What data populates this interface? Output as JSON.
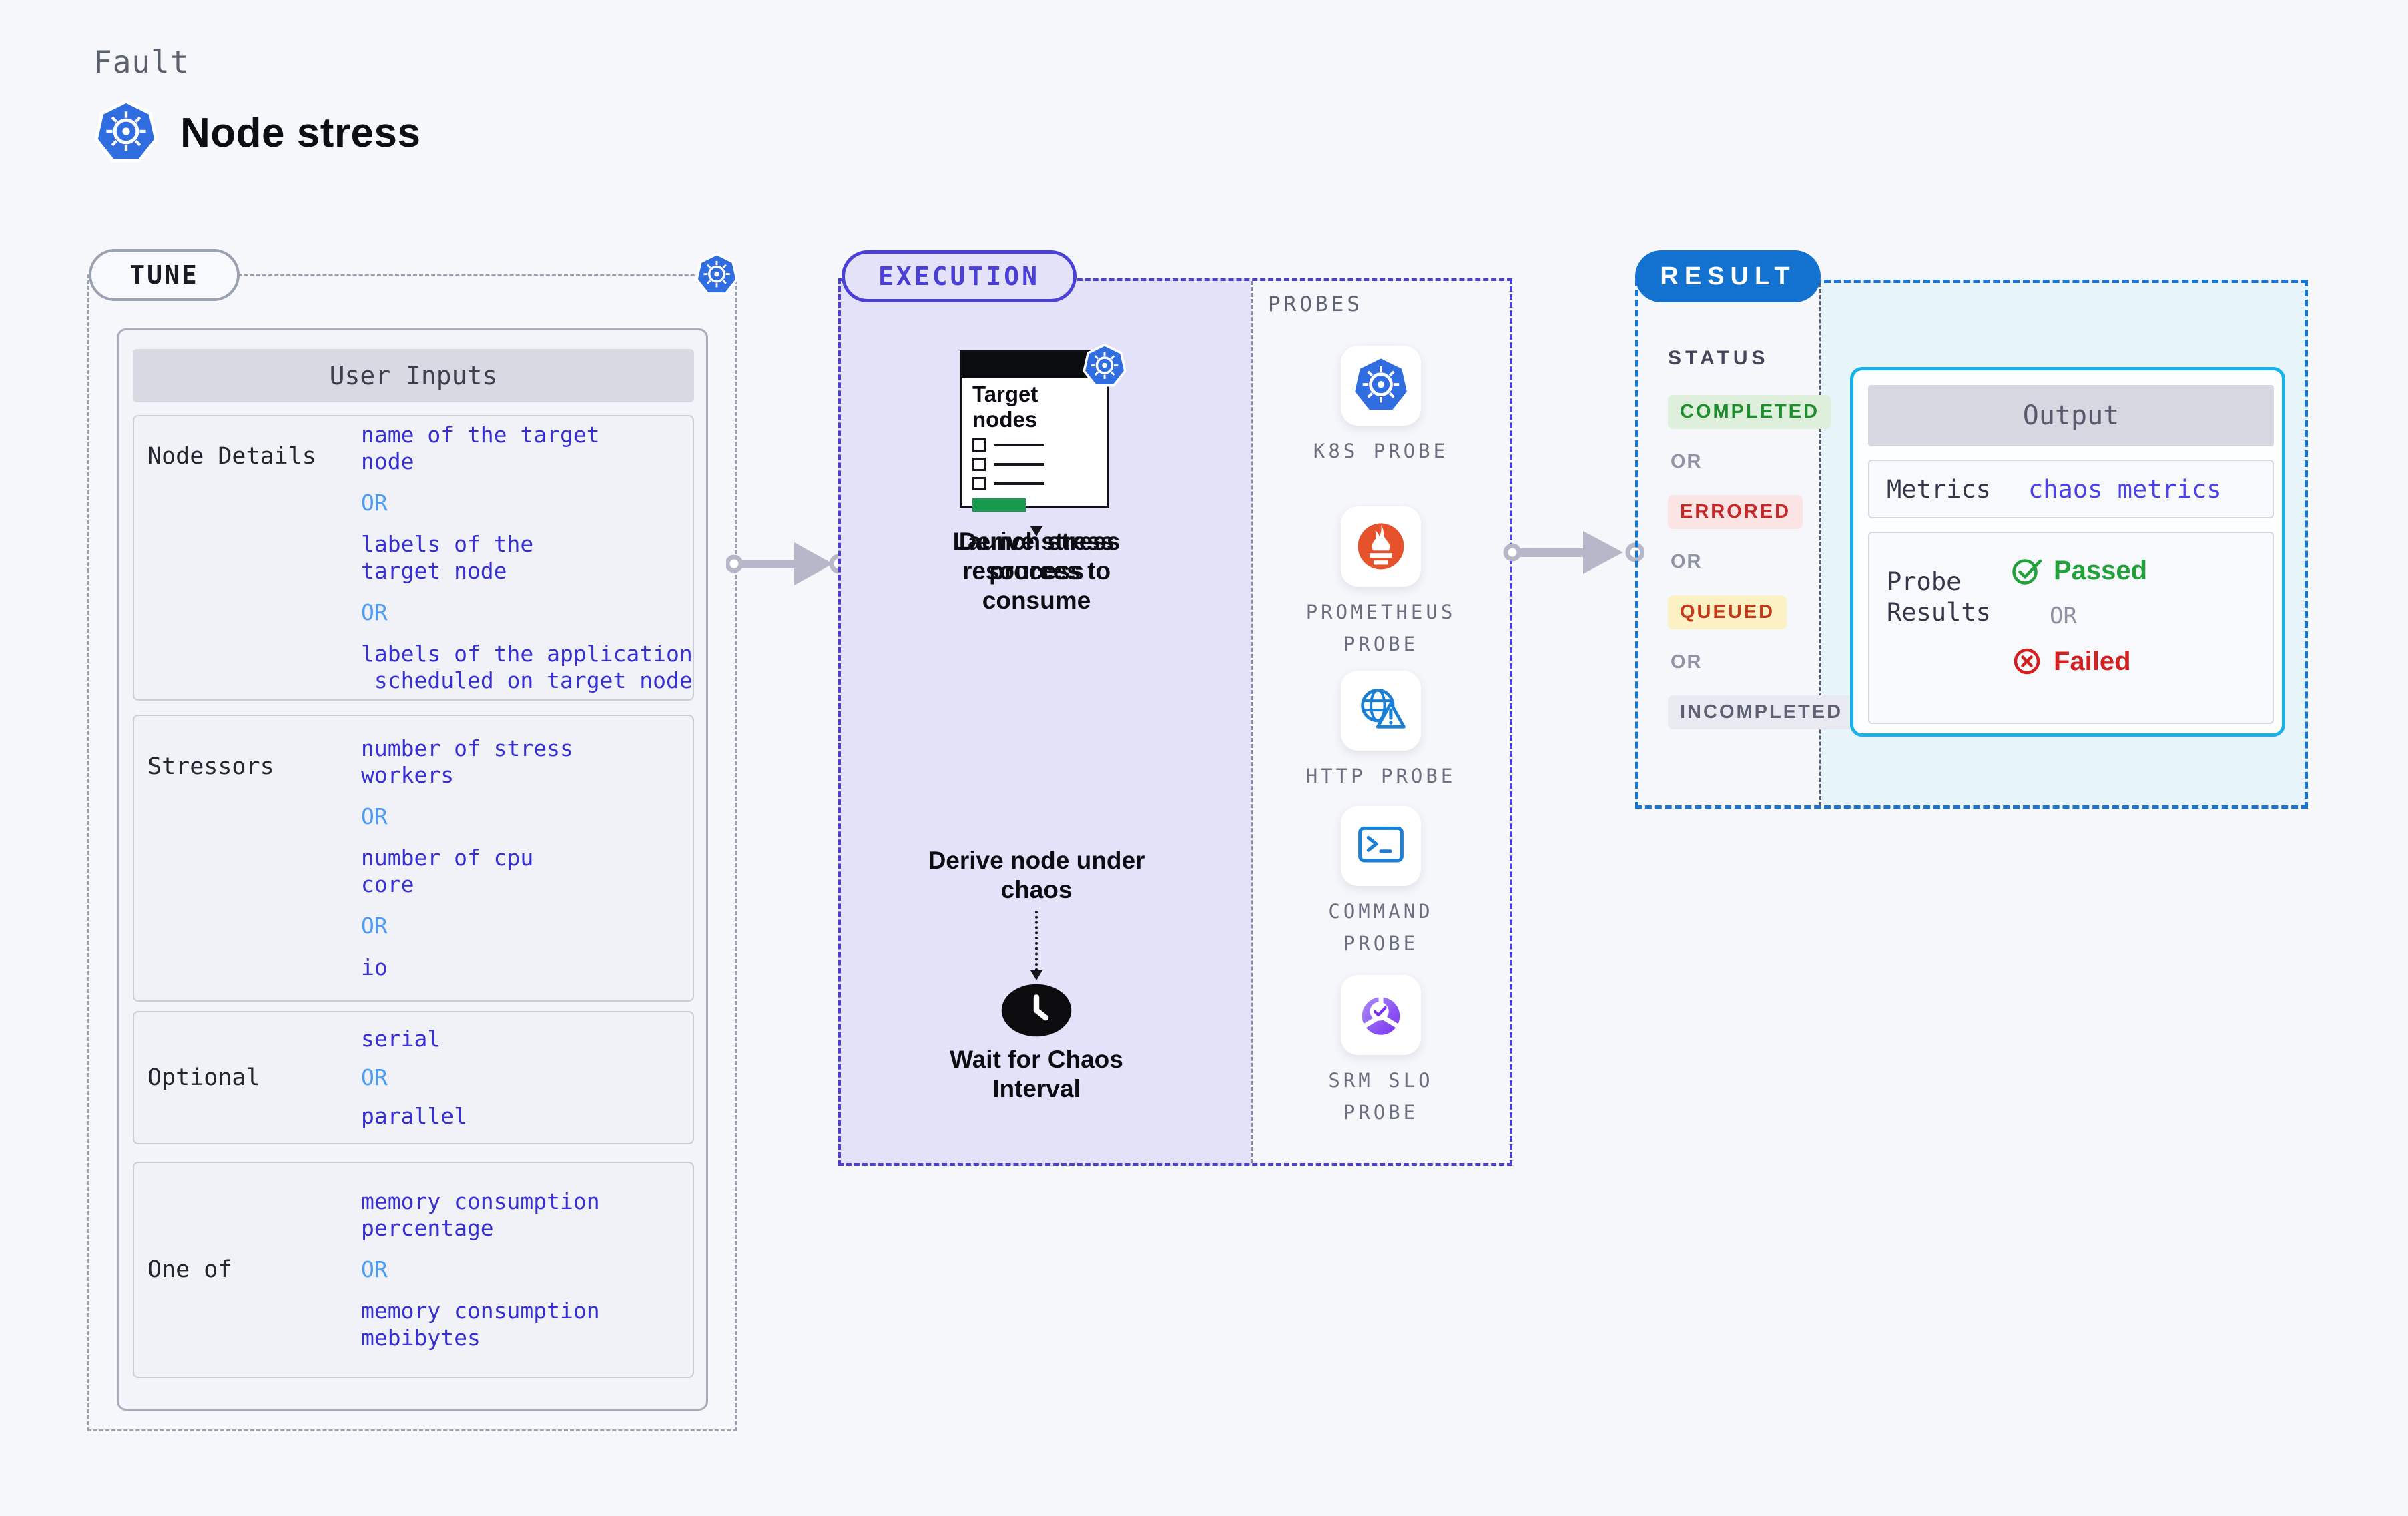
{
  "page": {
    "kicker": "Fault",
    "title": "Node stress"
  },
  "tune": {
    "label": "TUNE",
    "table_title": "User Inputs",
    "rows": [
      {
        "label": "Node Details",
        "items": [
          {
            "k": "v",
            "t": "name of the target\nnode"
          },
          {
            "k": "or",
            "t": "OR"
          },
          {
            "k": "v",
            "t": "labels of the\ntarget node"
          },
          {
            "k": "or",
            "t": "OR"
          },
          {
            "k": "v",
            "t": "labels of the application\n scheduled on target node"
          }
        ]
      },
      {
        "label": "Stressors",
        "items": [
          {
            "k": "v",
            "t": "number of stress\nworkers"
          },
          {
            "k": "or",
            "t": "OR"
          },
          {
            "k": "v",
            "t": "number of cpu\ncore"
          },
          {
            "k": "or",
            "t": "OR"
          },
          {
            "k": "v",
            "t": "io"
          }
        ]
      },
      {
        "label": "Optional",
        "items": [
          {
            "k": "v",
            "t": "serial"
          },
          {
            "k": "or",
            "t": "OR"
          },
          {
            "k": "v",
            "t": "parallel"
          }
        ]
      },
      {
        "label": "One of",
        "items": [
          {
            "k": "v",
            "t": "memory consumption\npercentage"
          },
          {
            "k": "or",
            "t": "OR"
          },
          {
            "k": "v",
            "t": "memory consumption\nmebibytes"
          }
        ]
      }
    ]
  },
  "execution": {
    "label": "EXECUTION",
    "target_card_title": "Target nodes",
    "steps": [
      "Derive node under chaos",
      "Derive stress resources to consume",
      "Launch stress process"
    ],
    "wait_step": "Wait for Chaos Interval",
    "clock_icon": "clock-icon",
    "k8s_icon": "kubernetes-icon"
  },
  "probes": {
    "label": "PROBES",
    "items": [
      {
        "name": "K8S PROBE",
        "icon": "k8s"
      },
      {
        "name": "PROMETHEUS PROBE",
        "icon": "prometheus"
      },
      {
        "name": "HTTP PROBE",
        "icon": "http"
      },
      {
        "name": "COMMAND PROBE",
        "icon": "command"
      },
      {
        "name": "SRM SLO PROBE",
        "icon": "srm"
      }
    ]
  },
  "result": {
    "label": "RESULT",
    "status_label": "STATUS",
    "statuses": [
      {
        "k": "completed",
        "t": "COMPLETED"
      },
      {
        "k": "or",
        "t": "OR"
      },
      {
        "k": "errored",
        "t": "ERRORED"
      },
      {
        "k": "or",
        "t": "OR"
      },
      {
        "k": "queued",
        "t": "QUEUED"
      },
      {
        "k": "or",
        "t": "OR"
      },
      {
        "k": "incompleted",
        "t": "INCOMPLETED"
      }
    ],
    "output": {
      "title": "Output",
      "metrics_label": "Metrics",
      "metrics_value": "chaos metrics",
      "probe_results_label": "Probe\nResults",
      "passed": "Passed",
      "or": "OR",
      "failed": "Failed"
    }
  },
  "colors": {
    "value_blue": "#3630d4",
    "or_blue": "#4b9bf5",
    "execution_indigo": "#4a3fd6",
    "result_blue": "#1372cf",
    "output_border": "#18b2e8",
    "passed_green": "#22a13a",
    "failed_red": "#d21f1f",
    "kubernetes_blue": "#2f6de0",
    "prometheus_orange": "#e6522c",
    "srm_purple": "#7b2ff0",
    "completed_green": "#1d8e2d",
    "errored_red": "#c62828",
    "queued_orange": "#c33a1a",
    "target_bar_green": "#189a4e",
    "arrow_gray": "#b6b8c9"
  }
}
